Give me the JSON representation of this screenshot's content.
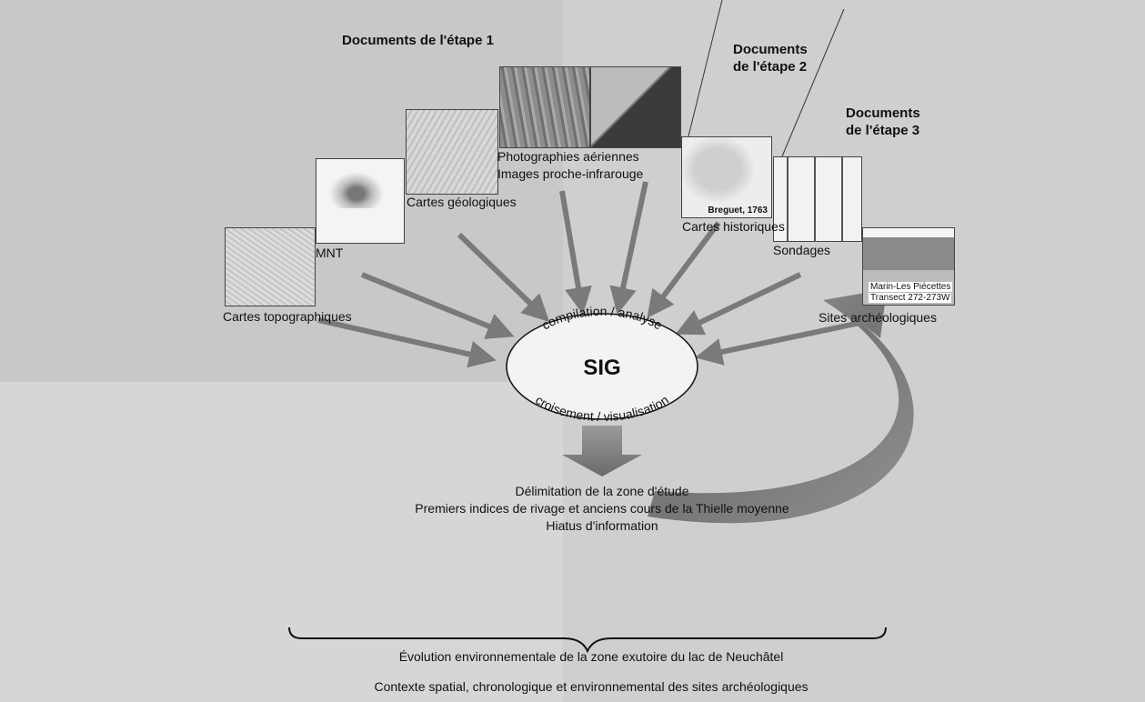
{
  "headers": {
    "etape1": "Documents de l'étape 1",
    "etape2_line1": "Documents",
    "etape2_line2": "de l'étape 2",
    "etape3_line1": "Documents",
    "etape3_line2": "de l'étape 3"
  },
  "documents": {
    "topo": "Cartes topographiques",
    "mnt": "MNT",
    "geo": "Cartes géologiques",
    "photo_line1": "Photographies aériennes",
    "photo_line2": "Images proche-infrarouge",
    "hist": "Cartes historiques",
    "hist_caption": "Breguet, 1763",
    "sondages": "Sondages",
    "sites": "Sites archéologiques",
    "sites_caption_line1": "Marin-Les Piécettes",
    "sites_caption_line2": "Transect 272-273W"
  },
  "sig": {
    "title": "SIG",
    "top_arc": "compilation / analyse",
    "bottom_arc": "croisement / visualisation"
  },
  "results": {
    "line1": "Délimitation de la zone d'étude",
    "line2": "Premiers indices de rivage et anciens cours de la Thielle moyenne",
    "line3": "Hiatus d'information"
  },
  "outputs": {
    "line1": "Évolution environnementale de la zone exutoire du lac de Neuchâtel",
    "line2": "Contexte spatial, chronologique et environnemental des sites archéologiques"
  }
}
